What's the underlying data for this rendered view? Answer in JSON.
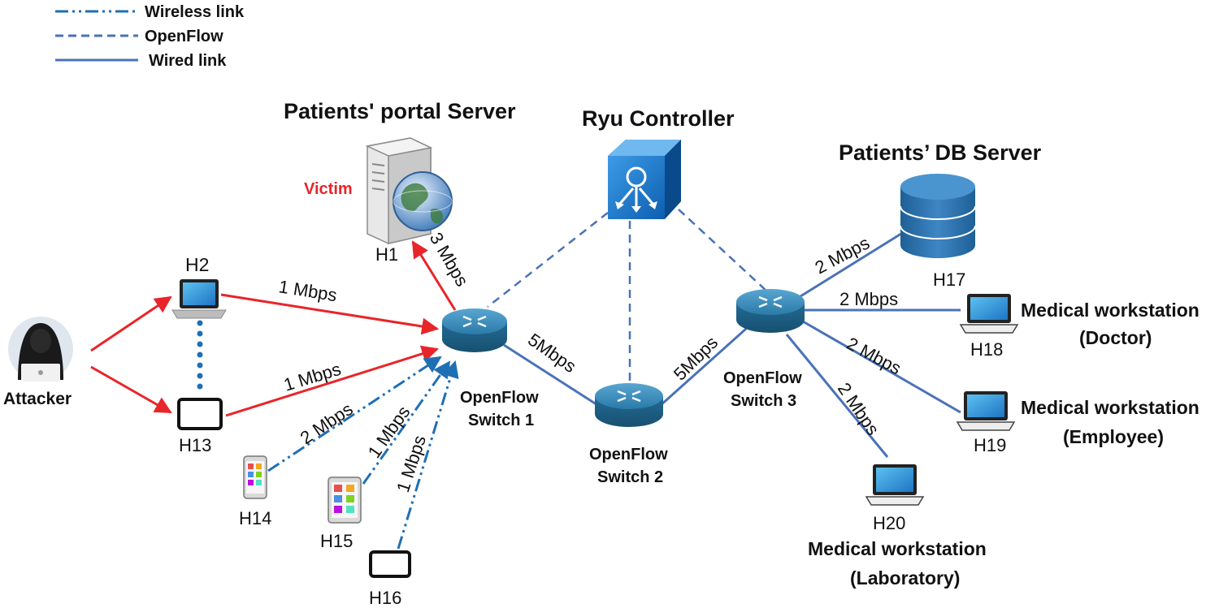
{
  "legend": {
    "wireless": "Wireless link",
    "openflow": "OpenFlow",
    "wired": "Wired link"
  },
  "titles": {
    "portal_server": "Patients' portal Server",
    "controller": "Ryu Controller",
    "db_server": "Patients’ DB Server"
  },
  "victim": "Victim",
  "attacker": "Attacker",
  "hosts": {
    "h1": "H1",
    "h2": "H2",
    "h13": "H13",
    "h14": "H14",
    "h15": "H15",
    "h16": "H16",
    "h17": "H17",
    "h18": "H18",
    "h19": "H19",
    "h20": "H20"
  },
  "switches": {
    "s1_line1": "OpenFlow",
    "s1_line2": "Switch 1",
    "s2_line1": "OpenFlow",
    "s2_line2": "Switch 2",
    "s3_line1": "OpenFlow",
    "s3_line2": "Switch 3"
  },
  "workstations": {
    "doctor_l1": "Medical workstation",
    "doctor_l2": "(Doctor)",
    "employee_l1": "Medical workstation",
    "employee_l2": "(Employee)",
    "lab_l1": "Medical workstation",
    "lab_l2": "(Laboratory)"
  },
  "links": {
    "h1_s1": "3 Mbps",
    "h2_s1": "1 Mbps",
    "h13_s1": "1 Mbps",
    "h14_s1": "2 Mbps",
    "h15_s1": "1 Mbps",
    "h16_s1": "1 Mbps",
    "s1_s2": "5Mbps",
    "s2_s3": "5Mbps",
    "s3_h17": "2 Mbps",
    "s3_h18": "2 Mbps",
    "s3_h19": "2 Mbps",
    "s3_h20": "2 Mbps"
  },
  "colors": {
    "attack": "#e8252a",
    "link": "#4a72b8",
    "wireless": "#1f6fb5",
    "switch": "#2a7aa8",
    "controller": "#1b76c9",
    "db": "#2d6fa9",
    "victim_text": "#e8252a"
  }
}
